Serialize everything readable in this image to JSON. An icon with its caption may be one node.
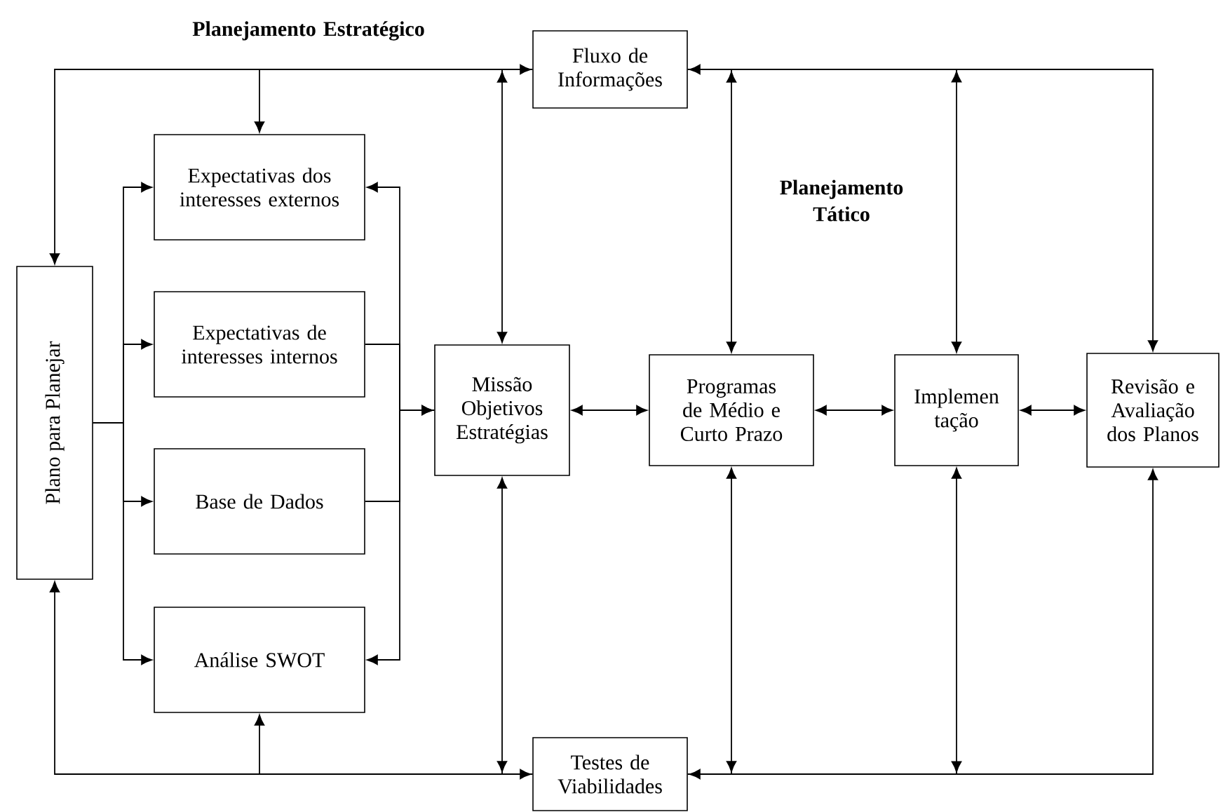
{
  "diagram": {
    "nodes": [
      {
        "text": [
          "Fluxo de Informações"
        ]
      },
      {
        "text": [
          "Expectativas dos interesses externos"
        ]
      },
      {
        "text": [
          "Plano para Planejar"
        ]
      },
      {
        "text": [
          "Expectativas de interesses internos"
        ]
      },
      {
        "text": [
          "Missão Objetivos Estratégias"
        ]
      },
      {
        "text": [
          "Programas de Médio e Curto Prazo"
        ]
      },
      {
        "text": [
          "Implemen tação"
        ]
      },
      {
        "text": [
          "Revisão e Avaliação dos Planos"
        ]
      },
      {
        "text": [
          "Base de Dados"
        ]
      },
      {
        "text": [
          "Análise SWOT"
        ]
      },
      {
        "text": [
          "Testes de Viabilidades"
        ]
      }
    ],
    "edges": [
      {
        "from": 0,
        "to": 2,
        "arrow": "both"
      },
      {
        "from": 0,
        "to": 1,
        "arrow": "to"
      },
      {
        "from": 0,
        "to": 4,
        "arrow": "to"
      },
      {
        "from": 0,
        "to": 5,
        "arrow": "to"
      },
      {
        "from": 0,
        "to": 6,
        "arrow": "to"
      },
      {
        "from": 0,
        "to": 7,
        "arrow": "both"
      },
      {
        "from": 2,
        "to": 1,
        "arrow": "to"
      },
      {
        "from": 2,
        "to": 3,
        "arrow": "to"
      },
      {
        "from": 2,
        "to": 8,
        "arrow": "to"
      },
      {
        "from": 2,
        "to": 9,
        "arrow": "to"
      },
      {
        "from": 3,
        "to": 4,
        "arrow": "to"
      },
      {
        "from": 8,
        "to": 4,
        "arrow": "to"
      },
      {
        "from": 4,
        "to": 1,
        "arrow": "to"
      },
      {
        "from": 4,
        "to": 9,
        "arrow": "to"
      },
      {
        "from": 4,
        "to": 5,
        "arrow": "both"
      },
      {
        "from": 5,
        "to": 6,
        "arrow": "both"
      },
      {
        "from": 6,
        "to": 7,
        "arrow": "both"
      },
      {
        "from": 10,
        "to": 2,
        "arrow": "both"
      },
      {
        "from": 10,
        "to": 9,
        "arrow": "to"
      },
      {
        "from": 10,
        "to": 4,
        "arrow": "to"
      },
      {
        "from": 10,
        "to": 5,
        "arrow": "to"
      },
      {
        "from": 10,
        "to": 6,
        "arrow": "to"
      },
      {
        "from": 10,
        "to": 7,
        "arrow": "both"
      }
    ],
    "labels": [
      "Planejamento Estratégico",
      "Planejamento Tático"
    ]
  }
}
